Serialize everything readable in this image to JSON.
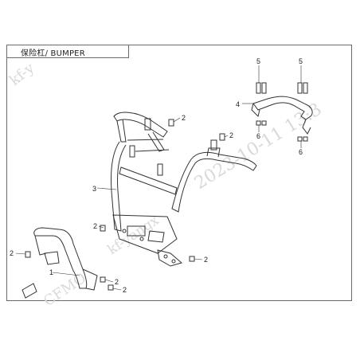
{
  "title": "保险杠/ BUMPER",
  "callouts": {
    "c1": "1",
    "c2a": "2",
    "c2b": "2",
    "c2c": "2",
    "c2d": "2",
    "c2e": "2",
    "c2f": "2",
    "c2g": "2",
    "c3": "3",
    "c4": "4",
    "c5a": "5",
    "c5b": "5",
    "c6a": "6",
    "c6b": "6"
  },
  "watermark": {
    "date": "2023-10-11  13:3",
    "user": "kf-yangx",
    "brand": "CFMO",
    "top": "kf-y"
  }
}
